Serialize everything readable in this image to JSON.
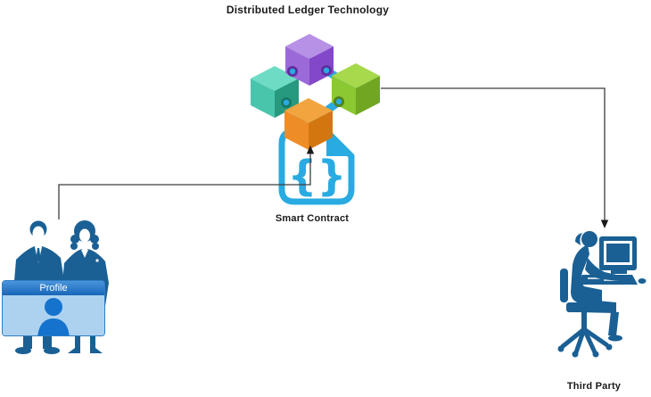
{
  "title": "Distributed Ledger Technology",
  "smart_contract": {
    "label": "Smart Contract",
    "brace_left": "{",
    "brace_right": "}"
  },
  "third_party": {
    "label": "Third Party"
  },
  "profile": {
    "label": "Profile"
  },
  "icons": {
    "blockchain_cubes": [
      "purple-block",
      "teal-block",
      "green-block",
      "orange-block"
    ],
    "smart_contract_icon": "smart-contract-document-with-braces",
    "profile_icon": "person-silhouette",
    "left_actors_icon": "business-man-and-woman",
    "right_actor_icon": "person-at-computer"
  },
  "connections": [
    {
      "from": "profile-users",
      "to": "smart-contract",
      "arrow_direction": "up"
    },
    {
      "from": "distributed-ledger-green-block",
      "to": "third-party",
      "arrow_direction": "down"
    }
  ],
  "colors": {
    "link_cyan": "#29abe2",
    "cube_purple_top": "#b691e6",
    "cube_purple_left": "#9c6ad8",
    "cube_purple_right": "#8348c9",
    "cube_teal_top": "#6edcc4",
    "cube_teal_left": "#49c5ac",
    "cube_teal_right": "#27997f",
    "cube_green_top": "#a6d94c",
    "cube_green_left": "#8bc832",
    "cube_green_right": "#71a622",
    "cube_orange_top": "#f2a43f",
    "cube_orange_left": "#ee8d26",
    "cube_orange_right": "#d4760f",
    "figure_blue": "#1a6094",
    "profile_header_blue": "#1f74c0",
    "profile_body_blue": "#acd2f0",
    "profile_icon_blue": "#1573cd",
    "arrow_color": "#3d3d3d"
  }
}
